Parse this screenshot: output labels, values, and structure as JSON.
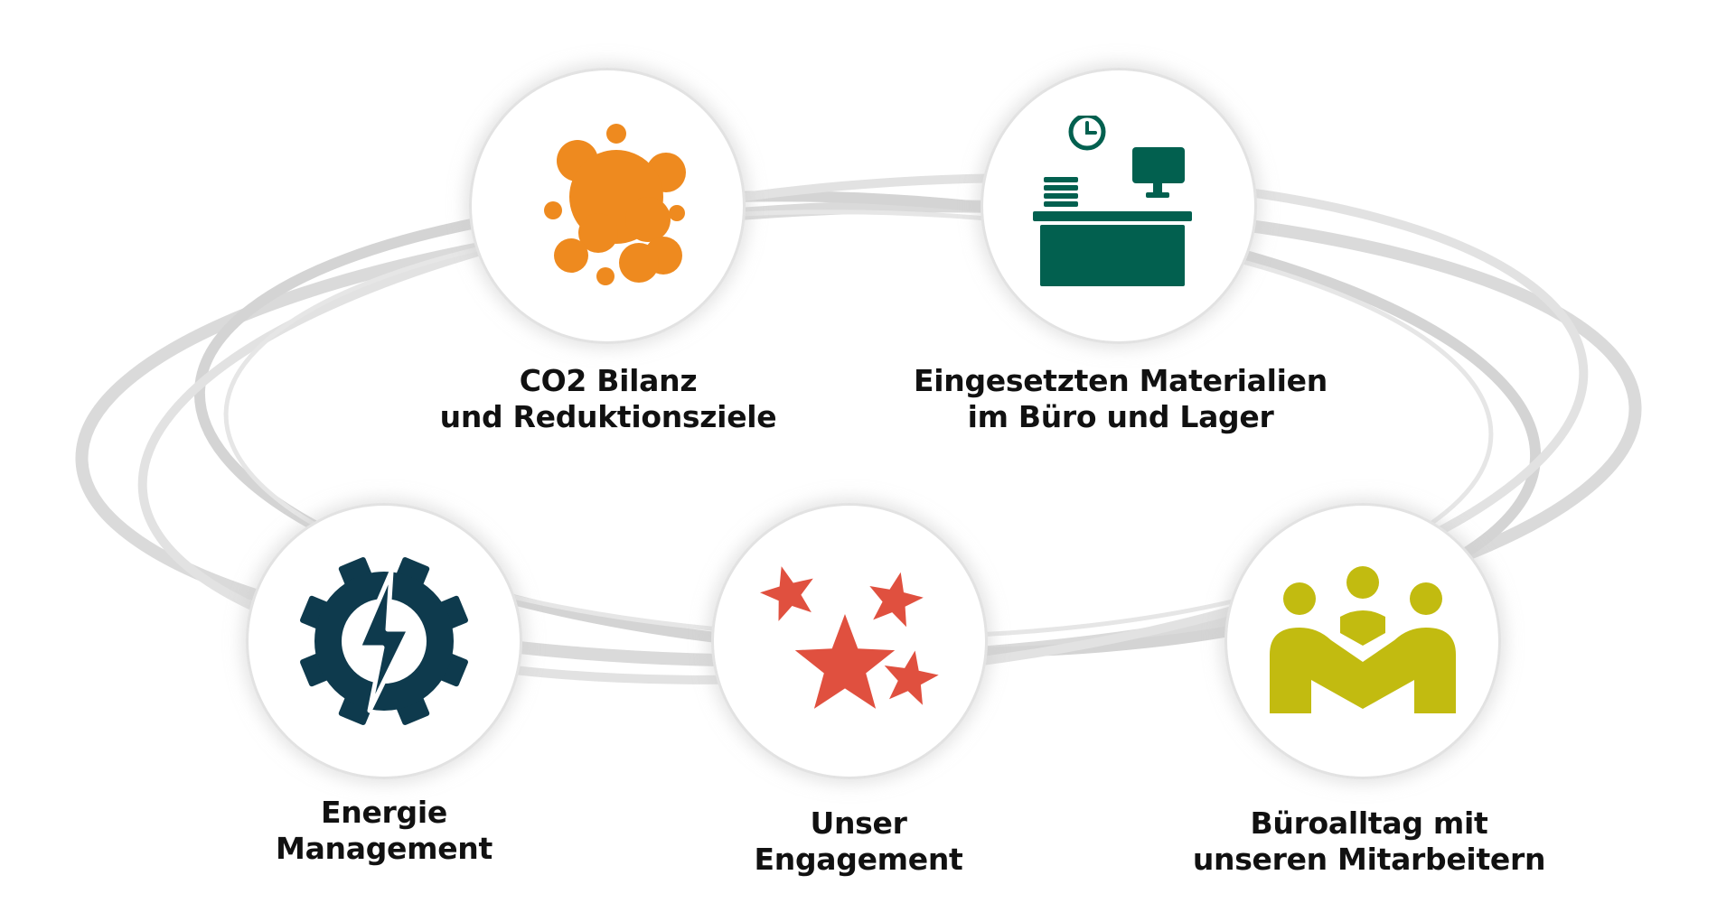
{
  "colors": {
    "ring": "#dadada",
    "co2": "#ee8a1f",
    "office": "#02604f",
    "energy": "#0e3a4d",
    "engagement": "#e0503f",
    "team": "#c2bb10",
    "label": "#111111"
  },
  "nodes": [
    {
      "id": "co2",
      "icon": "cloud-icon",
      "line1": "CO2 Bilanz",
      "line2": "und Reduktionsziele"
    },
    {
      "id": "office",
      "icon": "office-desk-icon",
      "line1": "Eingesetzten Materialien",
      "line2": "im Büro und Lager"
    },
    {
      "id": "energy",
      "icon": "energy-gear-icon",
      "line1": "Energie",
      "line2": "Management"
    },
    {
      "id": "engagement",
      "icon": "stars-icon",
      "line1": "Unser",
      "line2": "Engagement"
    },
    {
      "id": "team",
      "icon": "team-icon",
      "line1": "Büroalltag mit",
      "line2": "unseren Mitarbeitern"
    }
  ]
}
